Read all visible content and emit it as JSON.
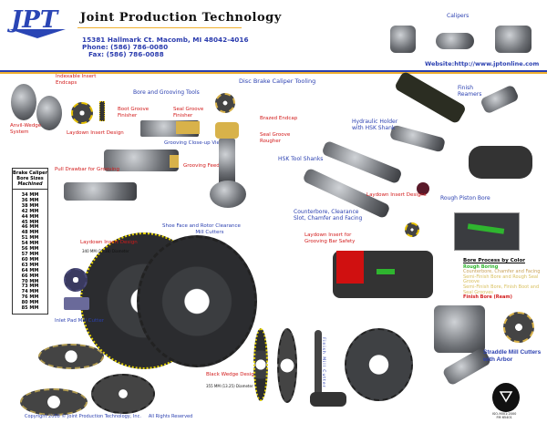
{
  "header": {
    "logo": "JPT",
    "company": "Joint Production Technology",
    "address": "15381 Hallmark Ct. Macomb, MI 48042-4016",
    "phone": "Phone: (586) 786-0080",
    "fax": "Fax: (586) 786-0088",
    "calipers_label": "Calipers",
    "website": "Website:http://www.jptonline.com"
  },
  "main": {
    "title": "Disc Brake Caliper Tooling",
    "labels": {
      "indexable": "Indexable Insert",
      "endcaps": "Endcaps",
      "anvil1": "Anvil-Wedge",
      "anvil2": "System",
      "laydown1": "Laydown Insert Design",
      "bore_grooving": "Bore and Grooving Tools",
      "boot1": "Boot Groove",
      "boot2": "Finisher",
      "seal1": "Seal Groove",
      "seal2": "Finisher",
      "closeup": "Grooving Close-up View",
      "brazed": "Brazed Endcap",
      "sealr1": "Seal Groove",
      "sealr2": "Rougher",
      "drawbar": "Pull Drawbar for Grooving",
      "feed": "Grooving Feed",
      "reamers1": "Finish",
      "reamers2": "Reamers",
      "hydraulic1": "Hydraulic Holder",
      "hydraulic2": "with HSK Shank",
      "hsk": "HSK Tool Shanks",
      "laydowns": "Laydown Insert Designs",
      "piston": "Rough Piston Bore",
      "counter1": "Counterbore, Clearance",
      "counter2": "Slot, Chamfer and Facing",
      "safety1": "Laydown Insert for",
      "safety2": "Grooving Bar Safety",
      "laydown2": "Laydown Insert Design",
      "dia340": "340 MM (13.38) Diameter",
      "shoe1": "Shoe Face and Rotor Clearance",
      "shoe2": "Mill Cutters",
      "inlet": "Inlet Pad Mill Cutter",
      "blackwedge": "Black Wedge Design",
      "dia355": "355 MM (13.25) Diameter",
      "finishmill": "Finish Mill Cutter",
      "straddle1": "Straddle Mill Cutters",
      "straddle2": "with Arbor"
    },
    "bore_table": {
      "header": [
        "Brake Caliper",
        "Bore Sizes",
        "Machined"
      ],
      "sizes": [
        "34 MM",
        "36 MM",
        "38 MM",
        "42 MM",
        "44 MM",
        "45 MM",
        "46 MM",
        "48 MM",
        "51 MM",
        "54 MM",
        "56 MM",
        "57 MM",
        "60 MM",
        "63 MM",
        "64 MM",
        "66 MM",
        "70 MM",
        "73 MM",
        "74 MM",
        "76 MM",
        "80 MM",
        "85 MM"
      ]
    },
    "bore_process": {
      "title": "Bore Process by Color",
      "items": [
        {
          "text": "Rough Boring",
          "color": "#2fb52f"
        },
        {
          "text": "Counterbore, Chamfer and Facing",
          "color": "#c8a25a"
        },
        {
          "text": "Semi-Finish Bore and Rough Seal Groove",
          "color": "#d9c060"
        },
        {
          "text": "Semi-Finish Bore, Finish Boot and Seal Grooves",
          "color": "#d9c060"
        },
        {
          "text": "Finish Bore (Ream)",
          "color": "#d21a1a"
        }
      ]
    }
  },
  "footer": {
    "copyright": "Copyright 2008 © Joint Production Technology, Inc.     All Rights Reserved",
    "iso1": "ISO-9001:2000",
    "iso2": "FM 65401"
  },
  "colors": {
    "brand_blue": "#2a3fb0",
    "accent_orange": "#f0b030",
    "label_red": "#d21a1a"
  }
}
